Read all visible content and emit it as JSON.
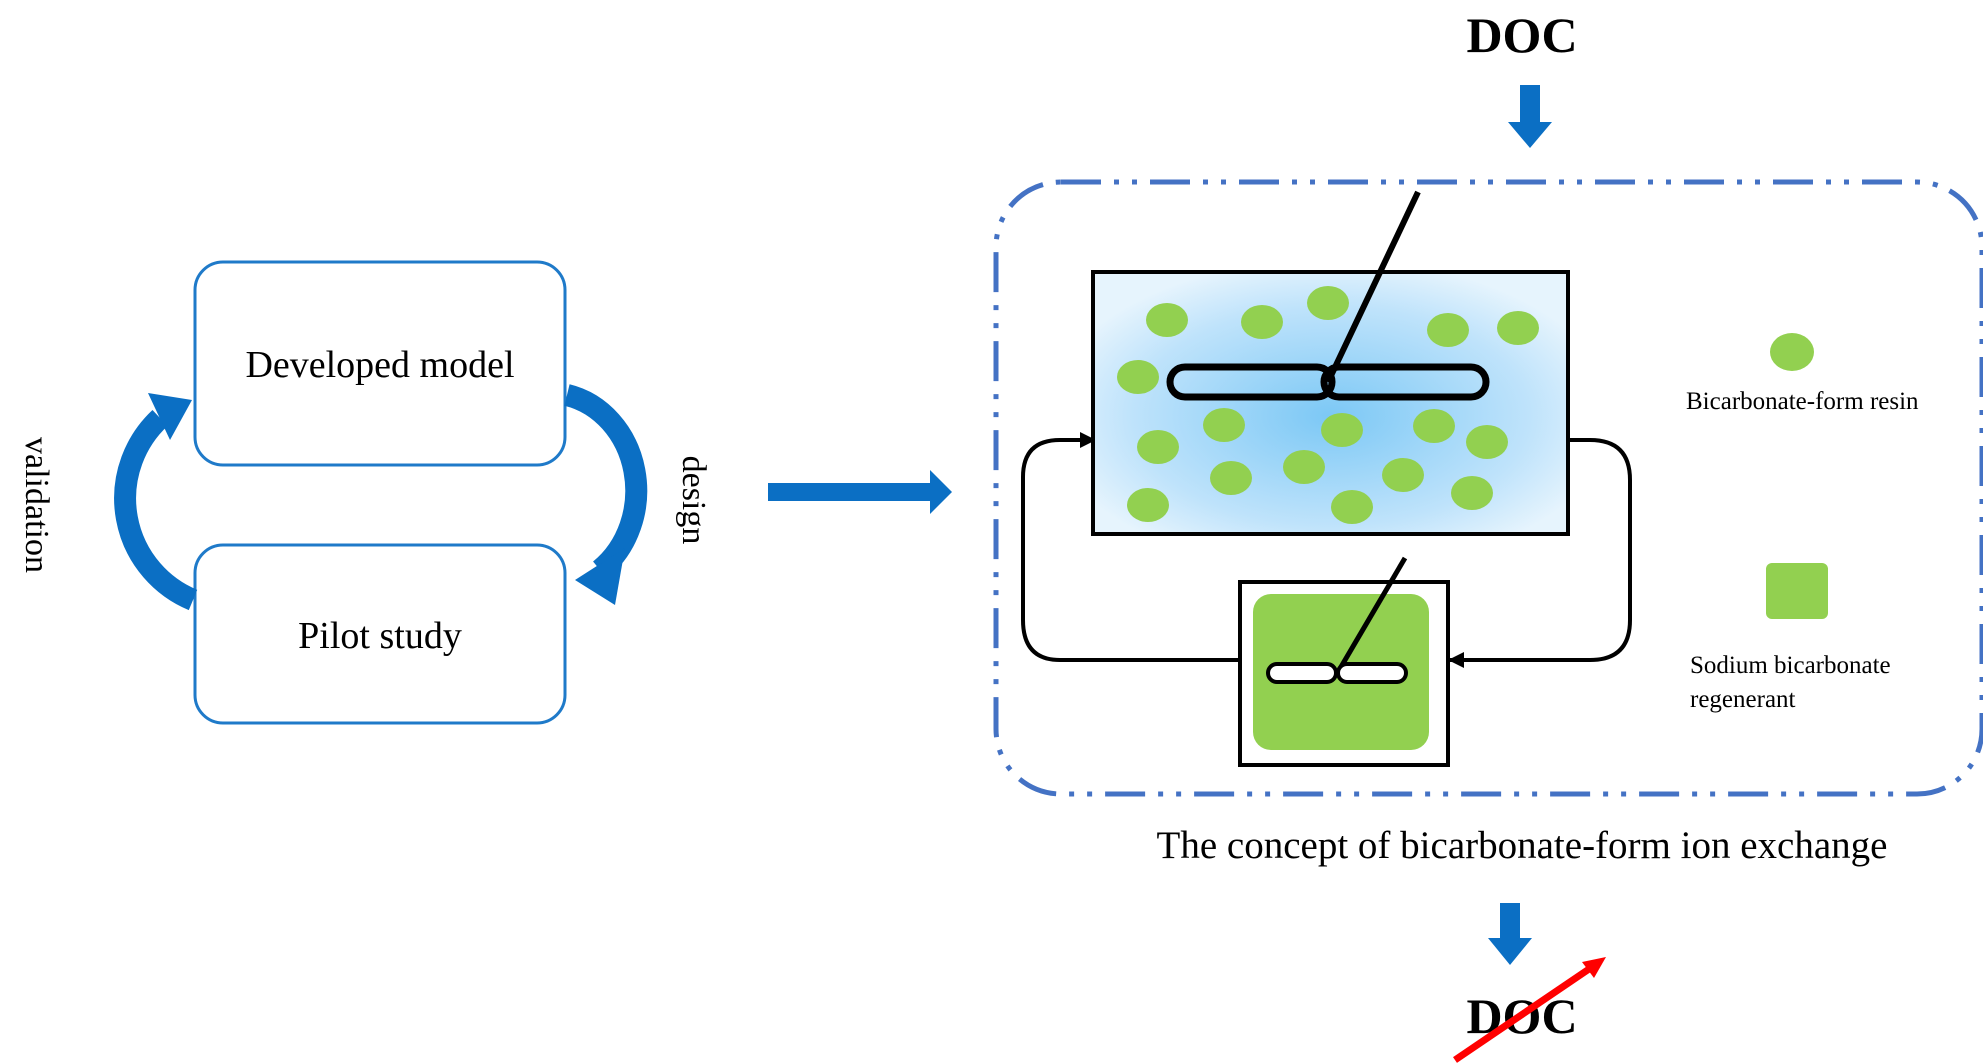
{
  "colors": {
    "primary_blue": "#0b6fc4",
    "box_border": "#1f7ac9",
    "dashed_border": "#4472c4",
    "resin_green": "#92d050",
    "tank_water": "#bfe3fb",
    "cross_red": "#ff0000",
    "black": "#000000"
  },
  "cycle": {
    "box_model": "Developed model",
    "box_pilot": "Pilot study",
    "label_design": "design",
    "label_validation": "validation"
  },
  "process": {
    "input_label": "DOC",
    "output_label": "DOC",
    "caption": "The concept of bicarbonate-form ion exchange",
    "output_crossed": true
  },
  "legend": {
    "resin": "Bicarbonate-form resin",
    "regenerant_line1": "Sodium bicarbonate",
    "regenerant_line2": "regenerant"
  },
  "icons": [
    "curved-arrow-icon",
    "right-arrow-icon",
    "down-arrow-icon",
    "mixer-icon",
    "resin-bead-icon",
    "regenerant-square-icon",
    "red-cross-icon"
  ]
}
